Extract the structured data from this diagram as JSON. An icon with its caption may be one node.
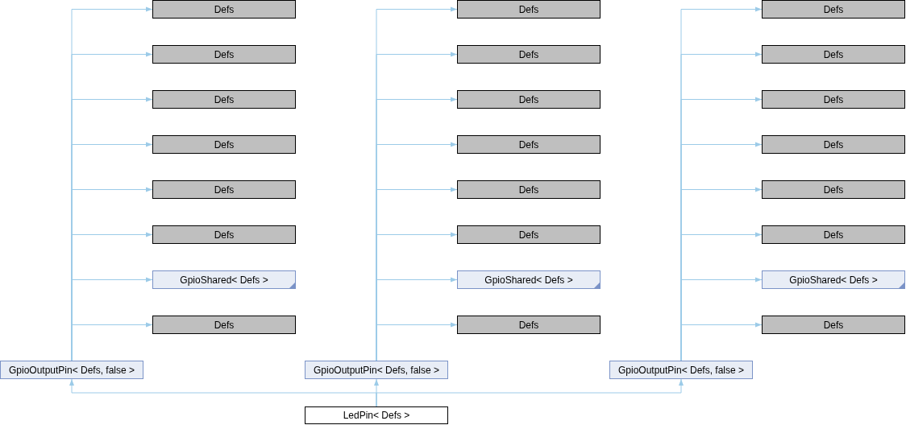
{
  "diagram": {
    "nodes": [
      {
        "text": [
          "Defs"
        ]
      },
      {
        "text": [
          "Defs"
        ]
      },
      {
        "text": [
          "Defs"
        ]
      },
      {
        "text": [
          "Defs"
        ]
      },
      {
        "text": [
          "Defs"
        ]
      },
      {
        "text": [
          "Defs"
        ]
      },
      {
        "text": [
          "Defs"
        ]
      },
      {
        "text": [
          "Defs"
        ]
      },
      {
        "text": [
          "Defs"
        ]
      },
      {
        "text": [
          "Defs"
        ]
      },
      {
        "text": [
          "Defs"
        ]
      },
      {
        "text": [
          "Defs"
        ]
      },
      {
        "text": [
          "Defs"
        ]
      },
      {
        "text": [
          "Defs"
        ]
      },
      {
        "text": [
          "Defs"
        ]
      },
      {
        "text": [
          "Defs"
        ]
      },
      {
        "text": [
          "Defs"
        ]
      },
      {
        "text": [
          "Defs"
        ]
      },
      {
        "text": [
          "GpioShared< Defs >"
        ]
      },
      {
        "text": [
          "GpioShared< Defs >"
        ]
      },
      {
        "text": [
          "GpioShared< Defs >"
        ]
      },
      {
        "text": [
          "Defs"
        ]
      },
      {
        "text": [
          "Defs"
        ]
      },
      {
        "text": [
          "Defs"
        ]
      },
      {
        "text": [
          "GpioOutputPin< Defs, false >"
        ]
      },
      {
        "text": [
          "GpioOutputPin< Defs, false >"
        ]
      },
      {
        "text": [
          "GpioOutputPin< Defs, false >"
        ]
      },
      {
        "text": [
          "LedPin< Defs >"
        ]
      }
    ],
    "edges": [
      {
        "from": 24,
        "to": 0,
        "arrow": "to"
      },
      {
        "from": 24,
        "to": 3,
        "arrow": "to"
      },
      {
        "from": 24,
        "to": 6,
        "arrow": "to"
      },
      {
        "from": 24,
        "to": 9,
        "arrow": "to"
      },
      {
        "from": 24,
        "to": 12,
        "arrow": "to"
      },
      {
        "from": 24,
        "to": 15,
        "arrow": "to"
      },
      {
        "from": 24,
        "to": 18,
        "arrow": "to"
      },
      {
        "from": 24,
        "to": 21,
        "arrow": "to"
      },
      {
        "from": 25,
        "to": 1,
        "arrow": "to"
      },
      {
        "from": 25,
        "to": 4,
        "arrow": "to"
      },
      {
        "from": 25,
        "to": 7,
        "arrow": "to"
      },
      {
        "from": 25,
        "to": 10,
        "arrow": "to"
      },
      {
        "from": 25,
        "to": 13,
        "arrow": "to"
      },
      {
        "from": 25,
        "to": 16,
        "arrow": "to"
      },
      {
        "from": 25,
        "to": 19,
        "arrow": "to"
      },
      {
        "from": 25,
        "to": 22,
        "arrow": "to"
      },
      {
        "from": 26,
        "to": 2,
        "arrow": "to"
      },
      {
        "from": 26,
        "to": 5,
        "arrow": "to"
      },
      {
        "from": 26,
        "to": 8,
        "arrow": "to"
      },
      {
        "from": 26,
        "to": 11,
        "arrow": "to"
      },
      {
        "from": 26,
        "to": 14,
        "arrow": "to"
      },
      {
        "from": 26,
        "to": 17,
        "arrow": "to"
      },
      {
        "from": 26,
        "to": 20,
        "arrow": "to"
      },
      {
        "from": 26,
        "to": 23,
        "arrow": "to"
      },
      {
        "from": 27,
        "to": 24,
        "arrow": "to"
      },
      {
        "from": 27,
        "to": 25,
        "arrow": "to"
      },
      {
        "from": 27,
        "to": 26,
        "arrow": "to"
      }
    ]
  }
}
